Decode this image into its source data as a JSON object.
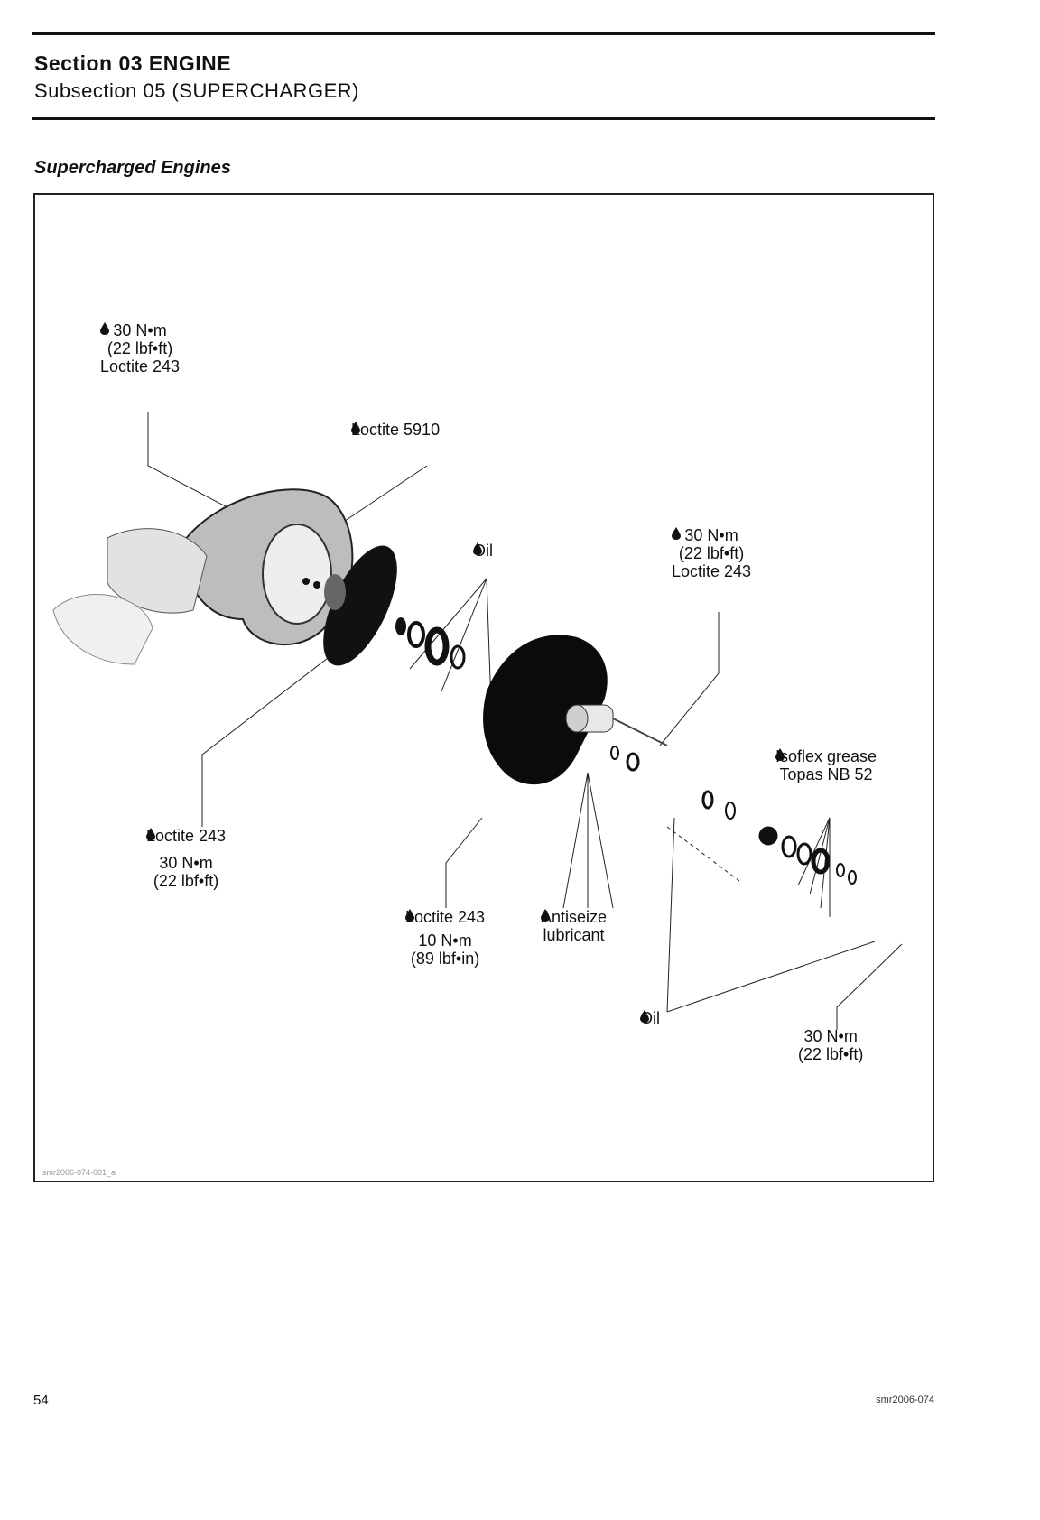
{
  "header": {
    "section": "Section 03 ENGINE",
    "subsection": "Subsection 05 (SUPERCHARGER)"
  },
  "figure": {
    "heading": "Supercharged Engines",
    "callouts": {
      "top_left_torque": [
        "30 N•m",
        "(22 lbf•ft)",
        "Loctite 243"
      ],
      "loctite_5910": [
        "Loctite 5910"
      ],
      "oil_top": [
        "Oil"
      ],
      "right_torque": [
        "30 N•m",
        "(22 lbf•ft)",
        "Loctite 243"
      ],
      "isoflex": [
        "Isoflex grease",
        "Topas NB 52"
      ],
      "bottom_left": [
        "Loctite 243",
        "30 N•m",
        "(22 lbf•ft)"
      ],
      "center_loctite": [
        "Loctite 243",
        "10 N•m",
        "(89 lbf•in)"
      ],
      "antiseize": [
        "Antiseize",
        "lubricant"
      ],
      "oil_bottom": [
        "Oil"
      ],
      "bottom_right_torque": [
        "30 N•m",
        "(22 lbf•ft)"
      ]
    },
    "figure_id": "smr2006-074-001_a"
  },
  "footer": {
    "page_number": "54",
    "doc_code": "smr2006-074"
  }
}
